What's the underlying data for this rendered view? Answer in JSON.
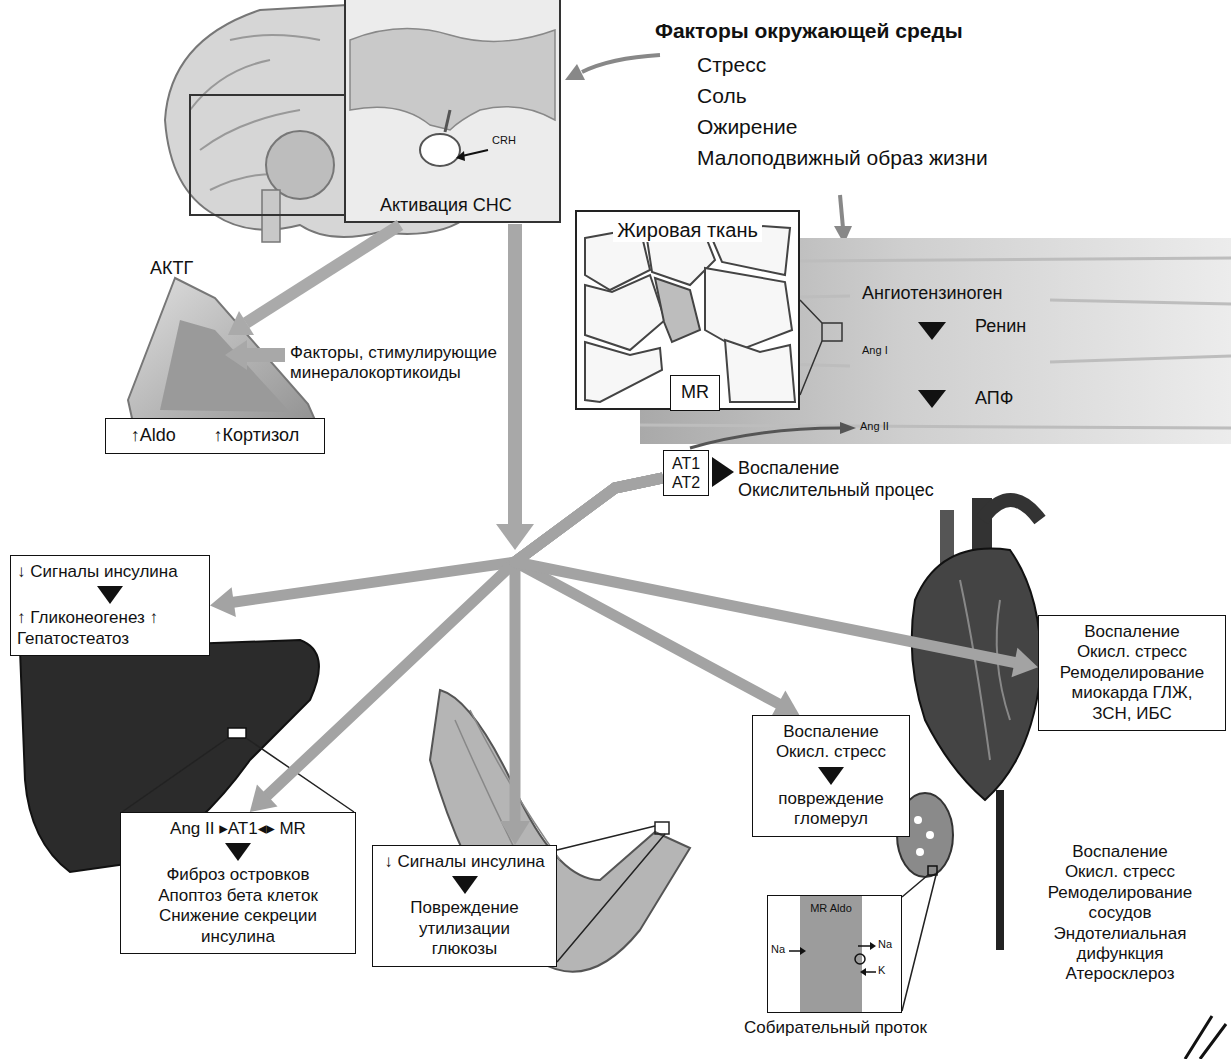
{
  "diagram": {
    "nodes": [
      {
        "text": [
          "↑Aldo",
          "↑Кортизол"
        ]
      },
      {
        "text": [
          "Жировая ткань"
        ]
      },
      {
        "text": [
          "MR"
        ],
        "in": 1
      },
      {
        "text": [
          "AT1 AT2"
        ]
      },
      {
        "text": [
          "↓ Сигналы инсулина",
          "↑ Гликонеогенез ↑ Гепатостеатоз"
        ]
      },
      {
        "text": [
          "Ang II ▸AT1◂▸ MR",
          "Фиброз островков Апоптоз бета клеток Снижение секреции инсулина"
        ]
      },
      {
        "text": [
          "↓ Сигналы инсулина",
          "Повреждение утилизации глюкозы"
        ]
      },
      {
        "text": [
          "Воспаление Окисл. стресс",
          "повреждение гломерул"
        ]
      },
      {
        "text": [
          "Воспаление Окисл. стресс Ремоделирование миокарда ГЛЖ, ЗСН, ИБС"
        ]
      },
      {
        "text": [
          "MR Aldo",
          "Собирательный проток"
        ]
      }
    ],
    "edges": [
      {
        "from": 3,
        "to": 4,
        "arrow": "to"
      },
      {
        "from": 3,
        "to": 5,
        "arrow": "to"
      },
      {
        "from": 3,
        "to": 6,
        "arrow": "to"
      },
      {
        "from": 3,
        "to": 7,
        "arrow": "to"
      },
      {
        "from": 3,
        "to": 8,
        "arrow": "to"
      }
    ],
    "labels": [
      "Факторы окружающей среды",
      "Стресс",
      "Соль",
      "Ожирение",
      "Малоподвижный образ жизни",
      "CRH",
      "Активация СНС",
      "АКТГ",
      "Факторы, стимулирующие минералокортикоиды",
      "Ангиотензиноген",
      "Ренин",
      "Ang I",
      "АПФ",
      "Ang II",
      "Воспаление Окислительный процес",
      "Воспаление Окисл. стресс Ремоделирование сосудов Эндотелиальная дифункция Атеросклероз",
      "Na",
      "Na",
      "K"
    ]
  }
}
